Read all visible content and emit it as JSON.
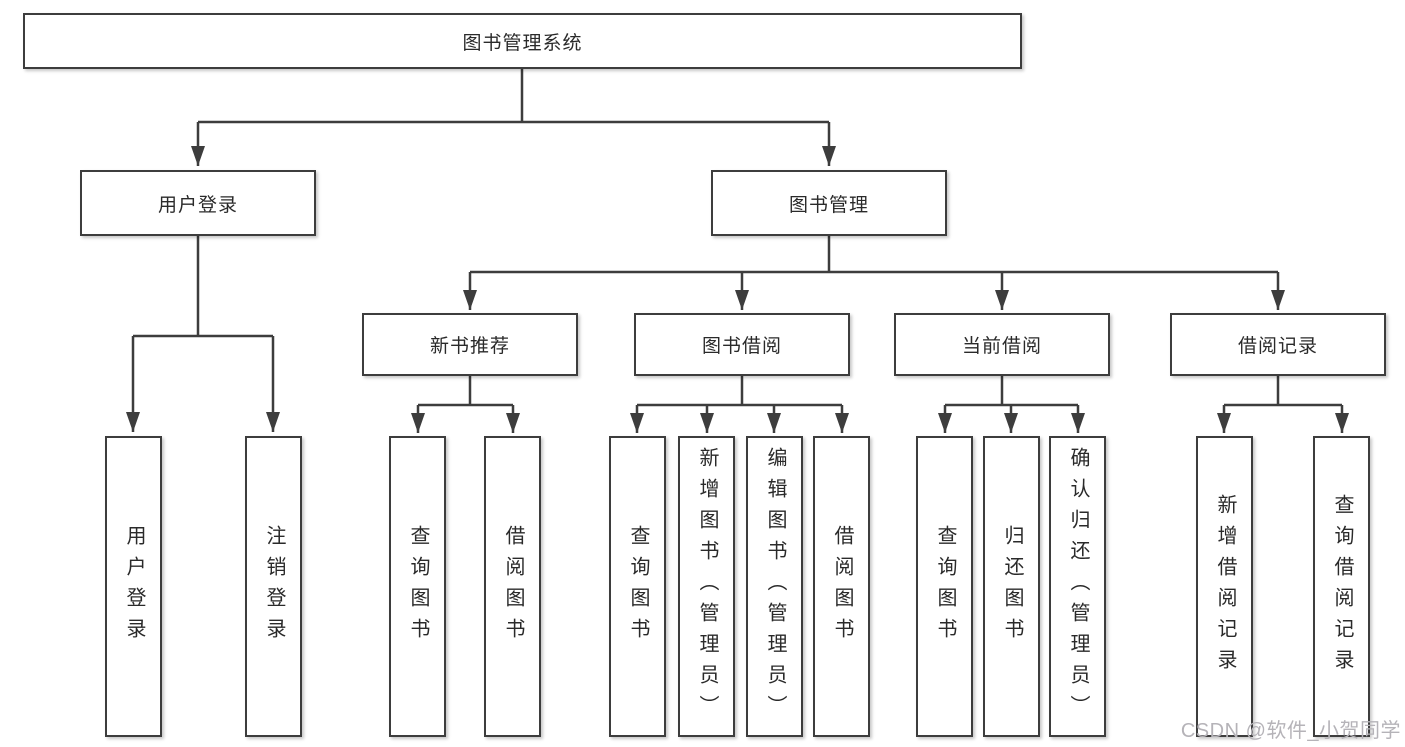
{
  "diagram": {
    "root": "图书管理系统",
    "level2": [
      "用户登录",
      "图书管理"
    ],
    "level3": [
      "新书推荐",
      "图书借阅",
      "当前借阅",
      "借阅记录"
    ],
    "leaves_user_login": [
      "用户登录",
      "注销登录"
    ],
    "leaves_new_book": [
      "查询图书",
      "借阅图书"
    ],
    "leaves_book_borrow": [
      "查询图书",
      "新增图书（管理员）",
      "编辑图书（管理员）",
      "借阅图书"
    ],
    "leaves_current_borrow": [
      "查询图书",
      "归还图书",
      "确认归还（管理员）"
    ],
    "leaves_borrow_record": [
      "新增借阅记录",
      "查询借阅记录"
    ]
  },
  "watermark": "CSDN @软件_小贺同学",
  "colors": {
    "line": "#3d3d3d",
    "box_border": "#3d3d3d",
    "text": "#2a2a2a",
    "watermark": "#b5b3b8",
    "background": "#ffffff"
  }
}
